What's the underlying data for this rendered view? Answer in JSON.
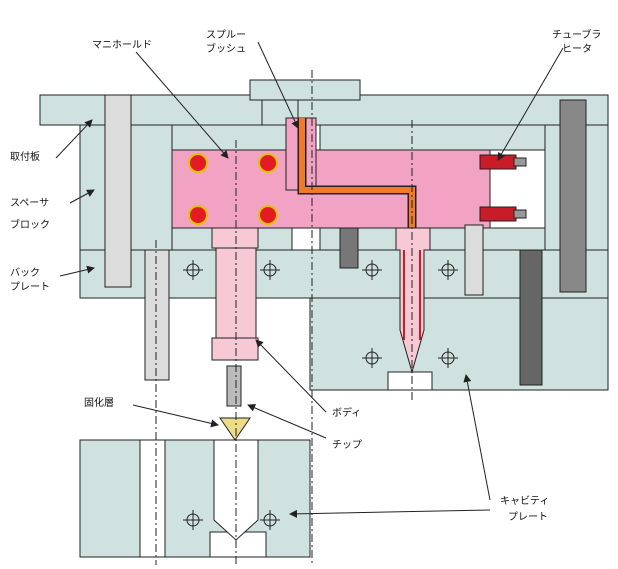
{
  "labels": {
    "manifold": "マニホールド",
    "sprue_bush_1": "スプルー",
    "sprue_bush_2": "ブッシュ",
    "tube_heater_1": "チューブラ",
    "tube_heater_2": "ヒータ",
    "clamp_plate": "取付板",
    "spacer_block_1": "スペーサ",
    "spacer_block_2": "ブロック",
    "back_plate_1": "バック",
    "back_plate_2": "プレート",
    "solidified_layer": "固化層",
    "body": "ボディ",
    "tip": "チップ",
    "cavity_plate_1": "キャビティ",
    "cavity_plate_2": "プレート"
  },
  "colors": {
    "plate": "#cfe2df",
    "manifold": "#f2a3c4",
    "heater": "#e31b23",
    "sprue_flow": "#f07a2a",
    "nozzle_body": "#f7c9d5",
    "tip": "#eddc88",
    "bolt": "#888888",
    "outline": "#222222"
  }
}
